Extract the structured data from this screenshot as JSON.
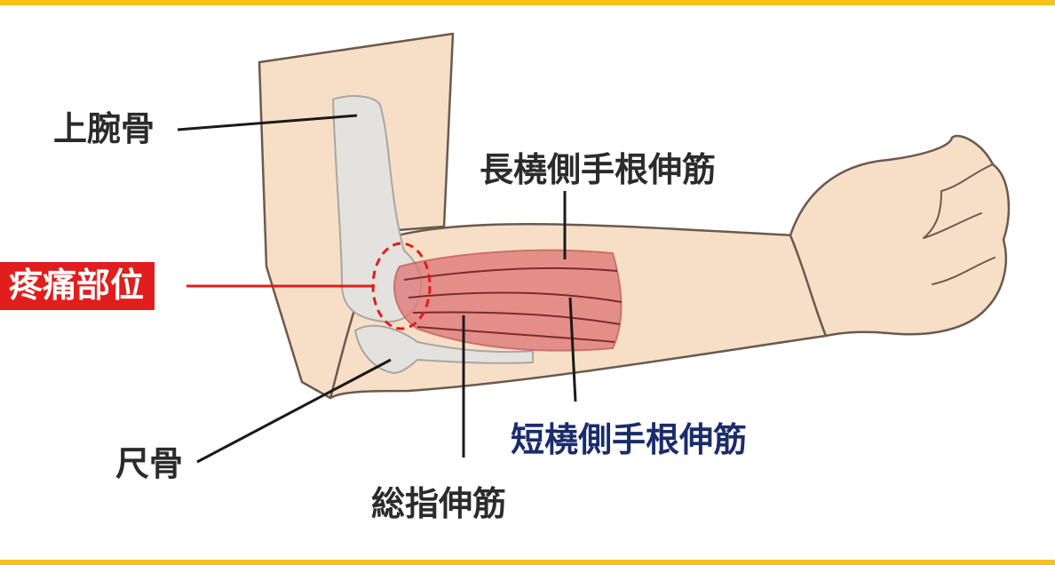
{
  "colors": {
    "frame": "#f6c21b",
    "skin": "#f7dfc7",
    "skin_outline": "#6b5a4d",
    "bone": "#e4e2df",
    "muscle": "#e07a7a",
    "pain_marker": "#e11d1d",
    "leader_line": "#1a1a1a",
    "label_text": "#2b2b2b",
    "blue_label": "#1b2c6b"
  },
  "labels": {
    "humerus": "上腕骨",
    "pain_site": "疼痛部位",
    "ulna": "尺骨",
    "ecrl": "長橈側手根伸筋",
    "ecrb": "短橈側手根伸筋",
    "edc": "総指伸筋"
  }
}
